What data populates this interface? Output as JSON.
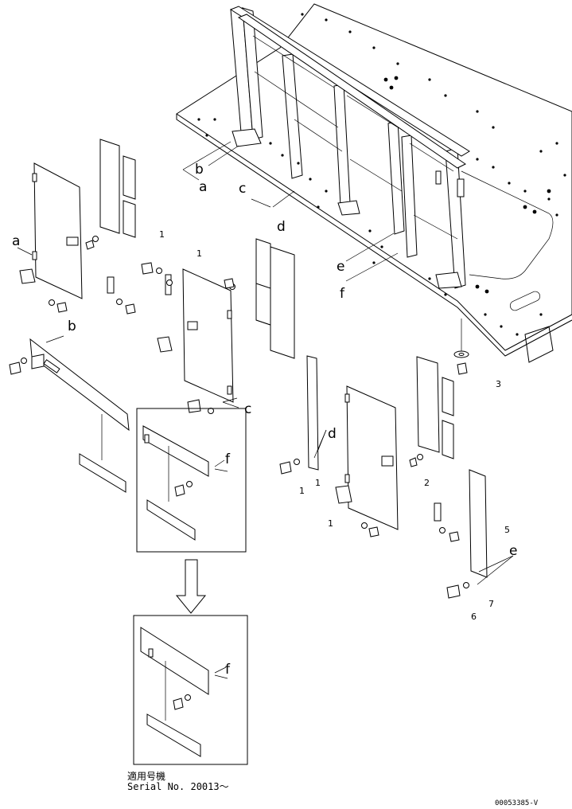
{
  "labels": {
    "a": "a",
    "b": "b",
    "c": "c",
    "d": "d",
    "e": "e",
    "f": "f"
  },
  "part_numbers": {
    "p1": "1",
    "p2": "2",
    "p3": "3",
    "p5": "5",
    "p6": "6",
    "p7": "7"
  },
  "note": {
    "applicable_jp": "適用号機",
    "serial": "Serial No. 20013～"
  },
  "doc_id": "00053385-V"
}
